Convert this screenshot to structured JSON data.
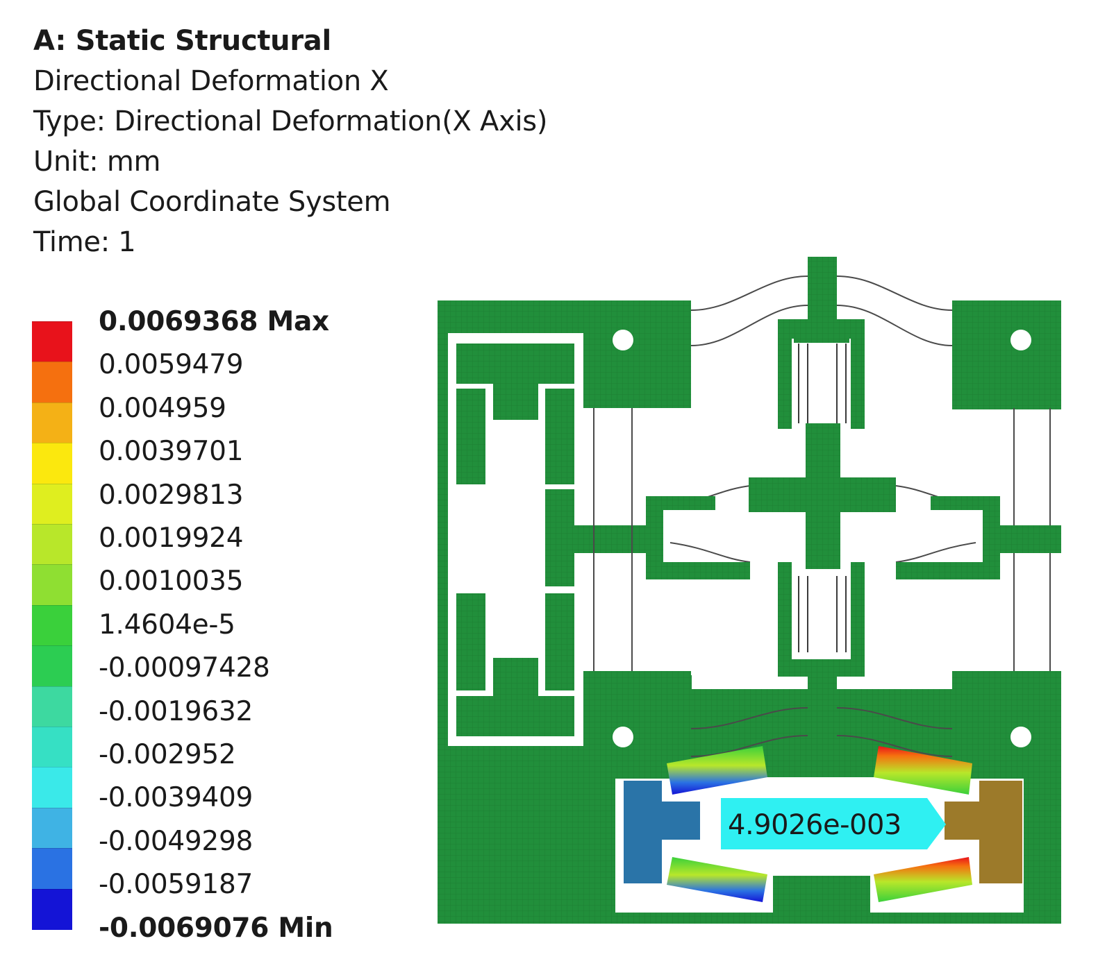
{
  "header": {
    "title": "A: Static Structural",
    "result": "Directional Deformation X",
    "type": "Type: Directional Deformation(X Axis)",
    "unit": "Unit: mm",
    "coords": "Global Coordinate System",
    "time": "Time: 1"
  },
  "legend": {
    "labels": [
      "0.0069368 Max",
      "0.0059479",
      "0.004959",
      "0.0039701",
      "0.0029813",
      "0.0019924",
      "0.0010035",
      "1.4604e-5",
      "-0.00097428",
      "-0.0019632",
      "-0.002952",
      "-0.0039409",
      "-0.0049298",
      "-0.0059187",
      "-0.0069076 Min"
    ],
    "colors": [
      "#e8121b",
      "#f5700f",
      "#f4b116",
      "#fbe80e",
      "#dfee1f",
      "#b8e72a",
      "#8fdf32",
      "#3ad03b",
      "#2ccd52",
      "#3dd9a0",
      "#36e0c4",
      "#3ae9e9",
      "#3fb3e4",
      "#2a72e3",
      "#1414d6"
    ]
  },
  "probe": {
    "value": "4.9026e-003",
    "color": "#2ff0f2"
  },
  "colors": {
    "body": "#218f3b",
    "body_dark": "#1b7a31"
  }
}
